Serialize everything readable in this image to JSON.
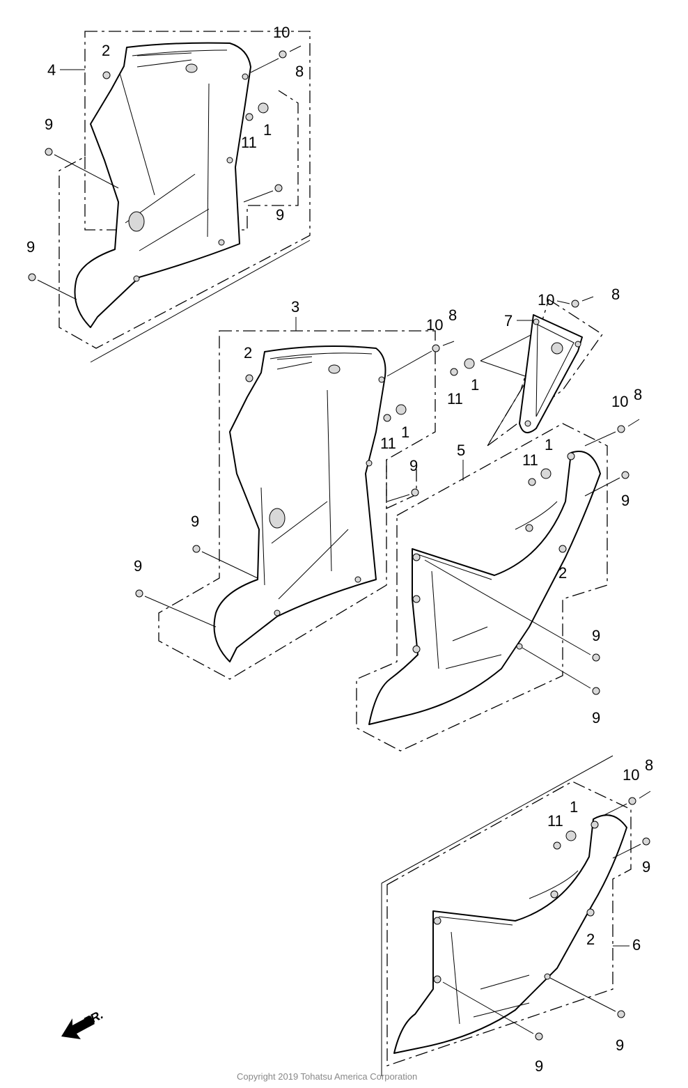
{
  "labels": {
    "num_1": "1",
    "num_2": "2",
    "num_3": "3",
    "num_4": "4",
    "num_5": "5",
    "num_6": "6",
    "num_7": "7",
    "num_8": "8",
    "num_9": "9",
    "num_10": "10",
    "num_11": "11"
  },
  "direction_label": "FR.",
  "copyright": "Copyright 2019 Tohatsu America Corporation",
  "colors": {
    "line": "#000000",
    "copyright_text": "#888888",
    "background": "#ffffff"
  }
}
